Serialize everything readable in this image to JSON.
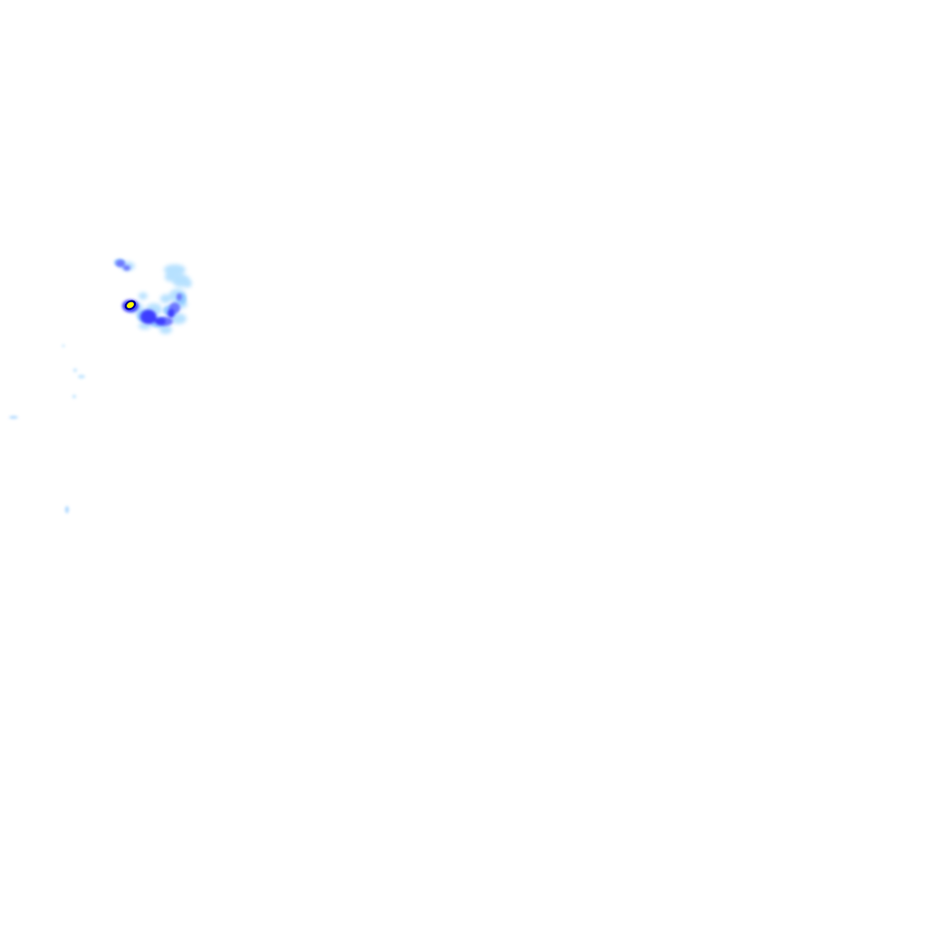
{
  "map": {
    "kind": "rain-radar-overlay",
    "background": "#ffffff",
    "colors": {
      "light": "#aadcff",
      "light_mid": "#8cc8ff",
      "medium": "#6e78ff",
      "heavy": "#3c3cff",
      "heavier": "#1e1ecc",
      "dark": "#000090",
      "core": "#ffff00"
    },
    "echo_levels": [
      "light",
      "light_mid",
      "medium",
      "heavy",
      "heavier",
      "dark",
      "core"
    ]
  }
}
